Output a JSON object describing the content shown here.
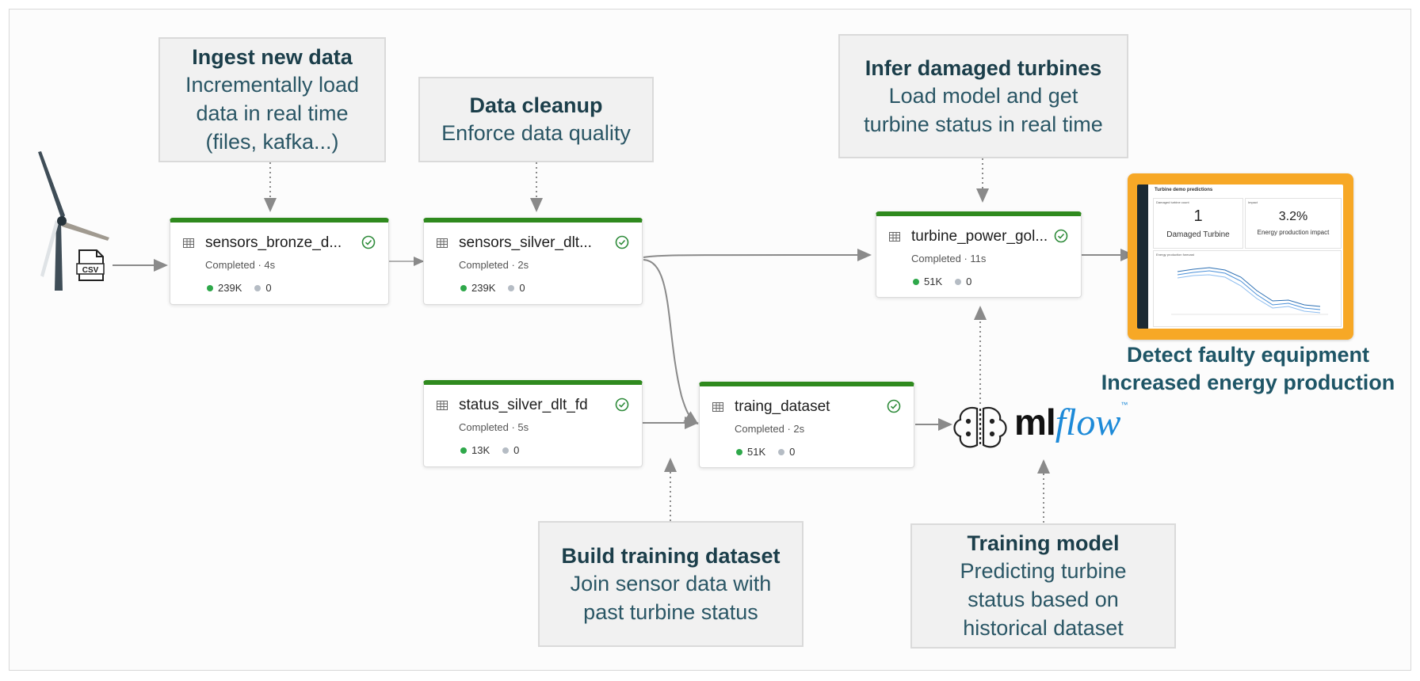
{
  "callouts": {
    "ingest": {
      "title": "Ingest new data",
      "desc": "Incrementally load\ndata in real time\n(files, kafka...)"
    },
    "cleanup": {
      "title": "Data cleanup",
      "desc": "Enforce data quality"
    },
    "infer": {
      "title": "Infer damaged turbines",
      "desc": "Load model and get\nturbine status in real time"
    },
    "build": {
      "title": "Build training dataset",
      "desc": "Join sensor data with\npast turbine status"
    },
    "training": {
      "title": "Training model",
      "desc": "Predicting turbine\nstatus based on\nhistorical dataset"
    }
  },
  "nodes": {
    "bronze": {
      "name": "sensors_bronze_d...",
      "status": "Completed · 4s",
      "rows": "239K",
      "dropped": "0"
    },
    "silver": {
      "name": "sensors_silver_dlt...",
      "status": "Completed · 2s",
      "rows": "239K",
      "dropped": "0"
    },
    "gold": {
      "name": "turbine_power_gol...",
      "status": "Completed · 11s",
      "rows": "51K",
      "dropped": "0"
    },
    "status": {
      "name": "status_silver_dlt_fd",
      "status": "Completed · 5s",
      "rows": "13K",
      "dropped": "0"
    },
    "training": {
      "name": "traing_dataset",
      "status": "Completed · 2s",
      "rows": "51K",
      "dropped": "0"
    }
  },
  "csv_label": "CSV",
  "mlflow": {
    "ml": "ml",
    "flow": "flow",
    "tm": "™"
  },
  "dashboard": {
    "title": "Turbine demo predictions",
    "tab1": "Damaged turbine count",
    "count": "1",
    "count_label": "Damaged Turbine",
    "tab2": "Impact",
    "pct": "3.2%",
    "pct_label": "Energy production impact",
    "chart_title": "Energy production forecast"
  },
  "result": {
    "line1": "Detect faulty equipment",
    "line2": "Increased energy production"
  },
  "colors": {
    "node_top": "#2f8a1e",
    "callout_text": "#1b3e4a",
    "dash_border": "#f7a826",
    "mlflow_blue": "#1d8ad8"
  }
}
